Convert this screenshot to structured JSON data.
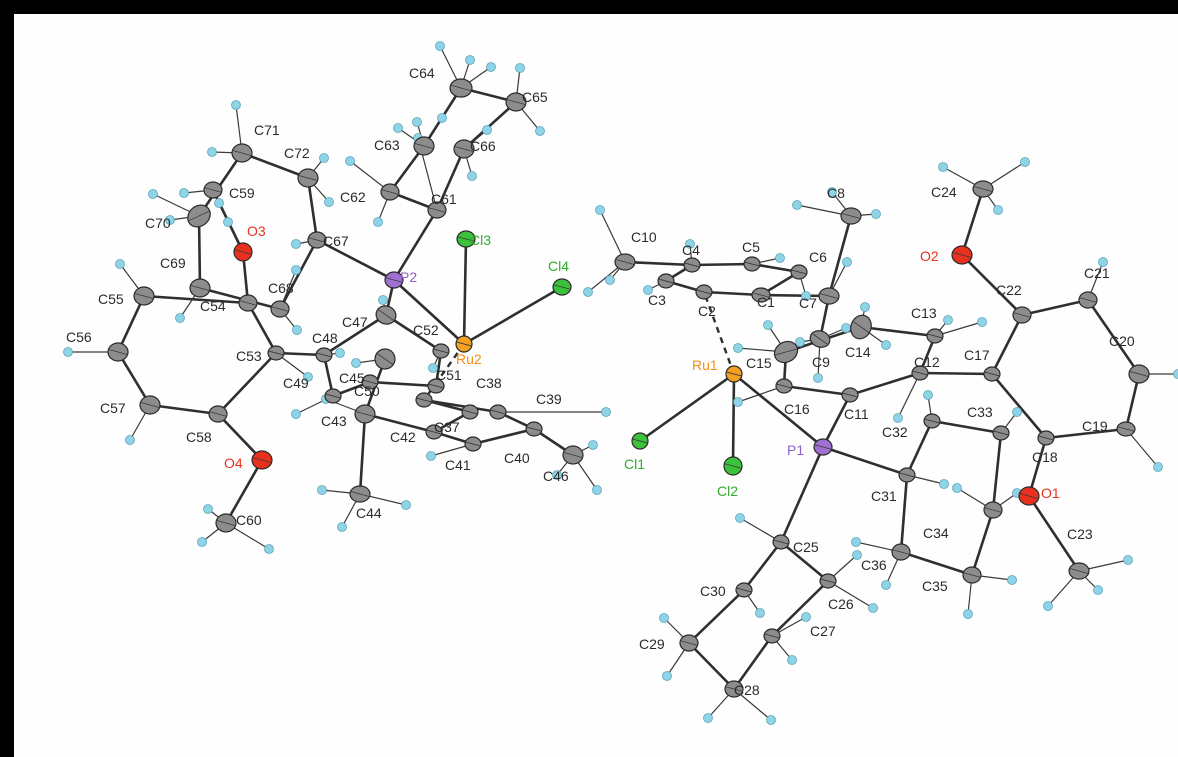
{
  "colors": {
    "background": "#000000",
    "panel": "#fefefe",
    "carbon": "#8c8c8c",
    "hydrogen": "#8fd4e6",
    "oxygen": "#e8301f",
    "phosphorus": "#a070d0",
    "chlorine": "#3cc23a",
    "ruthenium": "#f4a020",
    "bond": "#2f2f2f",
    "label_default": "#2b2b2b"
  },
  "atom_types": {
    "C": {
      "color": "#8c8c8c",
      "label_color": "#2b2b2b"
    },
    "H": {
      "color": "#8fd4e6"
    },
    "O": {
      "color": "#e8301f",
      "label_color": "#e8301f"
    },
    "P": {
      "color": "#a070d0",
      "label_color": "#8e5fc8"
    },
    "Cl": {
      "color": "#3cc23a",
      "label_color": "#2fae2c"
    },
    "Ru": {
      "color": "#f4a020",
      "label_color": "#f0901a"
    }
  },
  "molecule": {
    "atoms": [
      {
        "id": "Ru1",
        "label": "Ru1",
        "type": "Ru"
      },
      {
        "id": "Ru2",
        "label": "Ru2",
        "type": "Ru"
      },
      {
        "id": "Cl1",
        "label": "Cl1",
        "type": "Cl"
      },
      {
        "id": "Cl2",
        "label": "Cl2",
        "type": "Cl"
      },
      {
        "id": "Cl3",
        "label": "Cl3",
        "type": "Cl"
      },
      {
        "id": "Cl4",
        "label": "Cl4",
        "type": "Cl"
      },
      {
        "id": "P1",
        "label": "P1",
        "type": "P"
      },
      {
        "id": "P2",
        "label": "P2",
        "type": "P"
      },
      {
        "id": "O1",
        "label": "O1",
        "type": "O"
      },
      {
        "id": "O2",
        "label": "O2",
        "type": "O"
      },
      {
        "id": "O3",
        "label": "O3",
        "type": "O"
      },
      {
        "id": "O4",
        "label": "O4",
        "type": "O"
      },
      {
        "id": "C1",
        "label": "C1",
        "type": "C"
      },
      {
        "id": "C2",
        "label": "C2",
        "type": "C"
      },
      {
        "id": "C3",
        "label": "C3",
        "type": "C"
      },
      {
        "id": "C4",
        "label": "C4",
        "type": "C"
      },
      {
        "id": "C5",
        "label": "C5",
        "type": "C"
      },
      {
        "id": "C6",
        "label": "C6",
        "type": "C"
      },
      {
        "id": "C7",
        "label": "C7",
        "type": "C"
      },
      {
        "id": "C8",
        "label": "C8",
        "type": "C"
      },
      {
        "id": "C9",
        "label": "C9",
        "type": "C"
      },
      {
        "id": "C10",
        "label": "C10",
        "type": "C"
      },
      {
        "id": "C11",
        "label": "C11",
        "type": "C"
      },
      {
        "id": "C12",
        "label": "C12",
        "type": "C"
      },
      {
        "id": "C13",
        "label": "C13",
        "type": "C"
      },
      {
        "id": "C14",
        "label": "C14",
        "type": "C"
      },
      {
        "id": "C15",
        "label": "C15",
        "type": "C"
      },
      {
        "id": "C16",
        "label": "C16",
        "type": "C"
      },
      {
        "id": "C17",
        "label": "C17",
        "type": "C"
      },
      {
        "id": "C18",
        "label": "C18",
        "type": "C"
      },
      {
        "id": "C19",
        "label": "C19",
        "type": "C"
      },
      {
        "id": "C20",
        "label": "C20",
        "type": "C"
      },
      {
        "id": "C21",
        "label": "C21",
        "type": "C"
      },
      {
        "id": "C22",
        "label": "C22",
        "type": "C"
      },
      {
        "id": "C23",
        "label": "C23",
        "type": "C"
      },
      {
        "id": "C24",
        "label": "C24",
        "type": "C"
      },
      {
        "id": "C25",
        "label": "C25",
        "type": "C"
      },
      {
        "id": "C26",
        "label": "C26",
        "type": "C"
      },
      {
        "id": "C27",
        "label": "C27",
        "type": "C"
      },
      {
        "id": "C28",
        "label": "C28",
        "type": "C"
      },
      {
        "id": "C29",
        "label": "C29",
        "type": "C"
      },
      {
        "id": "C30",
        "label": "C30",
        "type": "C"
      },
      {
        "id": "C31",
        "label": "C31",
        "type": "C"
      },
      {
        "id": "C32",
        "label": "C32",
        "type": "C"
      },
      {
        "id": "C33",
        "label": "C33",
        "type": "C"
      },
      {
        "id": "C34",
        "label": "C34",
        "type": "C"
      },
      {
        "id": "C35",
        "label": "C35",
        "type": "C"
      },
      {
        "id": "C36",
        "label": "C36",
        "type": "C"
      },
      {
        "id": "C37",
        "label": "C37",
        "type": "C"
      },
      {
        "id": "C38",
        "label": "C38",
        "type": "C"
      },
      {
        "id": "C39",
        "label": "C39",
        "type": "C"
      },
      {
        "id": "C40",
        "label": "C40",
        "type": "C"
      },
      {
        "id": "C41",
        "label": "C41",
        "type": "C"
      },
      {
        "id": "C42",
        "label": "C42",
        "type": "C"
      },
      {
        "id": "C43",
        "label": "C43",
        "type": "C"
      },
      {
        "id": "C44",
        "label": "C44",
        "type": "C"
      },
      {
        "id": "C45",
        "label": "C45",
        "type": "C"
      },
      {
        "id": "C46",
        "label": "C46",
        "type": "C"
      },
      {
        "id": "C47",
        "label": "C47",
        "type": "C"
      },
      {
        "id": "C48",
        "label": "C48",
        "type": "C"
      },
      {
        "id": "C49",
        "label": "C49",
        "type": "C"
      },
      {
        "id": "C50",
        "label": "C50",
        "type": "C"
      },
      {
        "id": "C51",
        "label": "C51",
        "type": "C"
      },
      {
        "id": "C52",
        "label": "C52",
        "type": "C"
      },
      {
        "id": "C53",
        "label": "C53",
        "type": "C"
      },
      {
        "id": "C54",
        "label": "C54",
        "type": "C"
      },
      {
        "id": "C55",
        "label": "C55",
        "type": "C"
      },
      {
        "id": "C56",
        "label": "C56",
        "type": "C"
      },
      {
        "id": "C57",
        "label": "C57",
        "type": "C"
      },
      {
        "id": "C58",
        "label": "C58",
        "type": "C"
      },
      {
        "id": "C59",
        "label": "C59",
        "type": "C"
      },
      {
        "id": "C60",
        "label": "C60",
        "type": "C"
      },
      {
        "id": "C61",
        "label": "C61",
        "type": "C"
      },
      {
        "id": "C62",
        "label": "C62",
        "type": "C"
      },
      {
        "id": "C63",
        "label": "C63",
        "type": "C"
      },
      {
        "id": "C64",
        "label": "C64",
        "type": "C"
      },
      {
        "id": "C65",
        "label": "C65",
        "type": "C"
      },
      {
        "id": "C66",
        "label": "C66",
        "type": "C"
      },
      {
        "id": "C67",
        "label": "C67",
        "type": "C"
      },
      {
        "id": "C68",
        "label": "C68",
        "type": "C"
      },
      {
        "id": "C69",
        "label": "C69",
        "type": "C"
      },
      {
        "id": "C70",
        "label": "C70",
        "type": "C"
      },
      {
        "id": "C71",
        "label": "C71",
        "type": "C"
      },
      {
        "id": "C72",
        "label": "C72",
        "type": "C"
      }
    ],
    "bonds": [
      [
        "C1",
        "C2"
      ],
      [
        "C2",
        "C3"
      ],
      [
        "C3",
        "C4"
      ],
      [
        "C4",
        "C5"
      ],
      [
        "C5",
        "C6"
      ],
      [
        "C6",
        "C1"
      ],
      [
        "C4",
        "C10"
      ],
      [
        "C1",
        "C7"
      ],
      [
        "C7",
        "C8"
      ],
      [
        "C7",
        "C9"
      ],
      [
        "Ru1",
        "Cl1"
      ],
      [
        "Ru1",
        "Cl2"
      ],
      [
        "Ru1",
        "P1"
      ],
      [
        "P1",
        "C11"
      ],
      [
        "P1",
        "C25"
      ],
      [
        "P1",
        "C31"
      ],
      [
        "C11",
        "C16"
      ],
      [
        "C16",
        "C15"
      ],
      [
        "C15",
        "C14"
      ],
      [
        "C14",
        "C13"
      ],
      [
        "C13",
        "C12"
      ],
      [
        "C12",
        "C11"
      ],
      [
        "C12",
        "C17"
      ],
      [
        "C17",
        "C18"
      ],
      [
        "C18",
        "C19"
      ],
      [
        "C19",
        "C20"
      ],
      [
        "C20",
        "C21"
      ],
      [
        "C21",
        "C22"
      ],
      [
        "C22",
        "C17"
      ],
      [
        "C22",
        "O2"
      ],
      [
        "O2",
        "C24"
      ],
      [
        "C18",
        "O1"
      ],
      [
        "O1",
        "C23"
      ],
      [
        "C25",
        "C26"
      ],
      [
        "C26",
        "C27"
      ],
      [
        "C27",
        "C28"
      ],
      [
        "C28",
        "C29"
      ],
      [
        "C29",
        "C30"
      ],
      [
        "C30",
        "C25"
      ],
      [
        "C31",
        "C32"
      ],
      [
        "C32",
        "C33"
      ],
      [
        "C33",
        "C34"
      ],
      [
        "C34",
        "C35"
      ],
      [
        "C35",
        "C36"
      ],
      [
        "C36",
        "C31"
      ],
      [
        "C37",
        "C38"
      ],
      [
        "C38",
        "C39"
      ],
      [
        "C39",
        "C40"
      ],
      [
        "C40",
        "C41"
      ],
      [
        "C41",
        "C42"
      ],
      [
        "C42",
        "C37"
      ],
      [
        "C40",
        "C46"
      ],
      [
        "C42",
        "C43"
      ],
      [
        "C43",
        "C44"
      ],
      [
        "C43",
        "C45"
      ],
      [
        "Ru2",
        "Cl3"
      ],
      [
        "Ru2",
        "Cl4"
      ],
      [
        "Ru2",
        "P2"
      ],
      [
        "P2",
        "C61"
      ],
      [
        "P2",
        "C67"
      ],
      [
        "P2",
        "C47"
      ],
      [
        "C47",
        "C48"
      ],
      [
        "C48",
        "C49"
      ],
      [
        "C49",
        "C50"
      ],
      [
        "C50",
        "C51"
      ],
      [
        "C51",
        "C52"
      ],
      [
        "C52",
        "C47"
      ],
      [
        "C48",
        "C53"
      ],
      [
        "C53",
        "C54"
      ],
      [
        "C54",
        "C55"
      ],
      [
        "C55",
        "C56"
      ],
      [
        "C56",
        "C57"
      ],
      [
        "C57",
        "C58"
      ],
      [
        "C58",
        "C53"
      ],
      [
        "C54",
        "O3"
      ],
      [
        "O3",
        "C59"
      ],
      [
        "C58",
        "O4"
      ],
      [
        "O4",
        "C60"
      ],
      [
        "C61",
        "C62"
      ],
      [
        "C62",
        "C63"
      ],
      [
        "C63",
        "C64"
      ],
      [
        "C64",
        "C65"
      ],
      [
        "C65",
        "C66"
      ],
      [
        "C66",
        "C61"
      ],
      [
        "C67",
        "C68"
      ],
      [
        "C68",
        "C69"
      ],
      [
        "C69",
        "C70"
      ],
      [
        "C70",
        "C71"
      ],
      [
        "C71",
        "C72"
      ],
      [
        "C72",
        "C67"
      ]
    ],
    "dashed_bonds": [
      [
        "Ru1",
        "C2"
      ],
      [
        "Ru2",
        "C38"
      ]
    ]
  }
}
